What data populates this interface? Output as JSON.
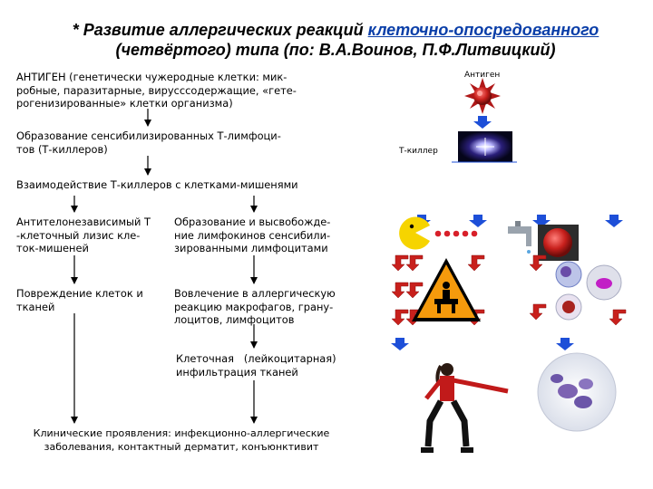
{
  "title": {
    "prefix": "* Развитие аллергических реакций ",
    "highlight": "клеточно-опосредованного",
    "line2": "(четвёртого) типа (по: В.А.Воинов, П.Ф.Литвицкий)"
  },
  "steps": {
    "antigen": "АНТИГЕН (генетически чужеродные клетки: мик-\nробные, паразитарные, вирусссодержащие, «гете-\nрогенизированные» клетки организма)",
    "sensitization": "Образование сенсибилизированных Т-лимфоци-\nтов (Т-киллеров)",
    "interaction": "Взаимодействие Т-киллеров с клетками-мишенями",
    "lysis": "Антителонезависимый Т\n-клеточный лизис кле-\nток-мишеней",
    "lymphokines": "Образование и высвобожде-\nние лимфокинов сенсибили-\nзированными лимфоцитами",
    "damage": "Повреждение клеток и\nтканей",
    "involvement": "Вовлечение в аллергическую\nреакцию макрофагов, грану-\nлоцитов, лимфоцитов",
    "infiltration": "Клеточная   (лейкоцитарная)\nинфильтрация тканей",
    "clinical": "Клинические проявления: инфекционно-аллергические\nзаболевания, контактный дерматит, конъюнктивит"
  },
  "illustration": {
    "antigen_label": "Антиген",
    "killer_label": "Т-киллер"
  },
  "colors": {
    "title_highlight": "#0a3ea8",
    "arrow_blue": "#1d4fd8",
    "arrow_red": "#c8201c",
    "pacman": "#f6d400",
    "dots": "#d8202a",
    "warning": "#f59a0c"
  }
}
